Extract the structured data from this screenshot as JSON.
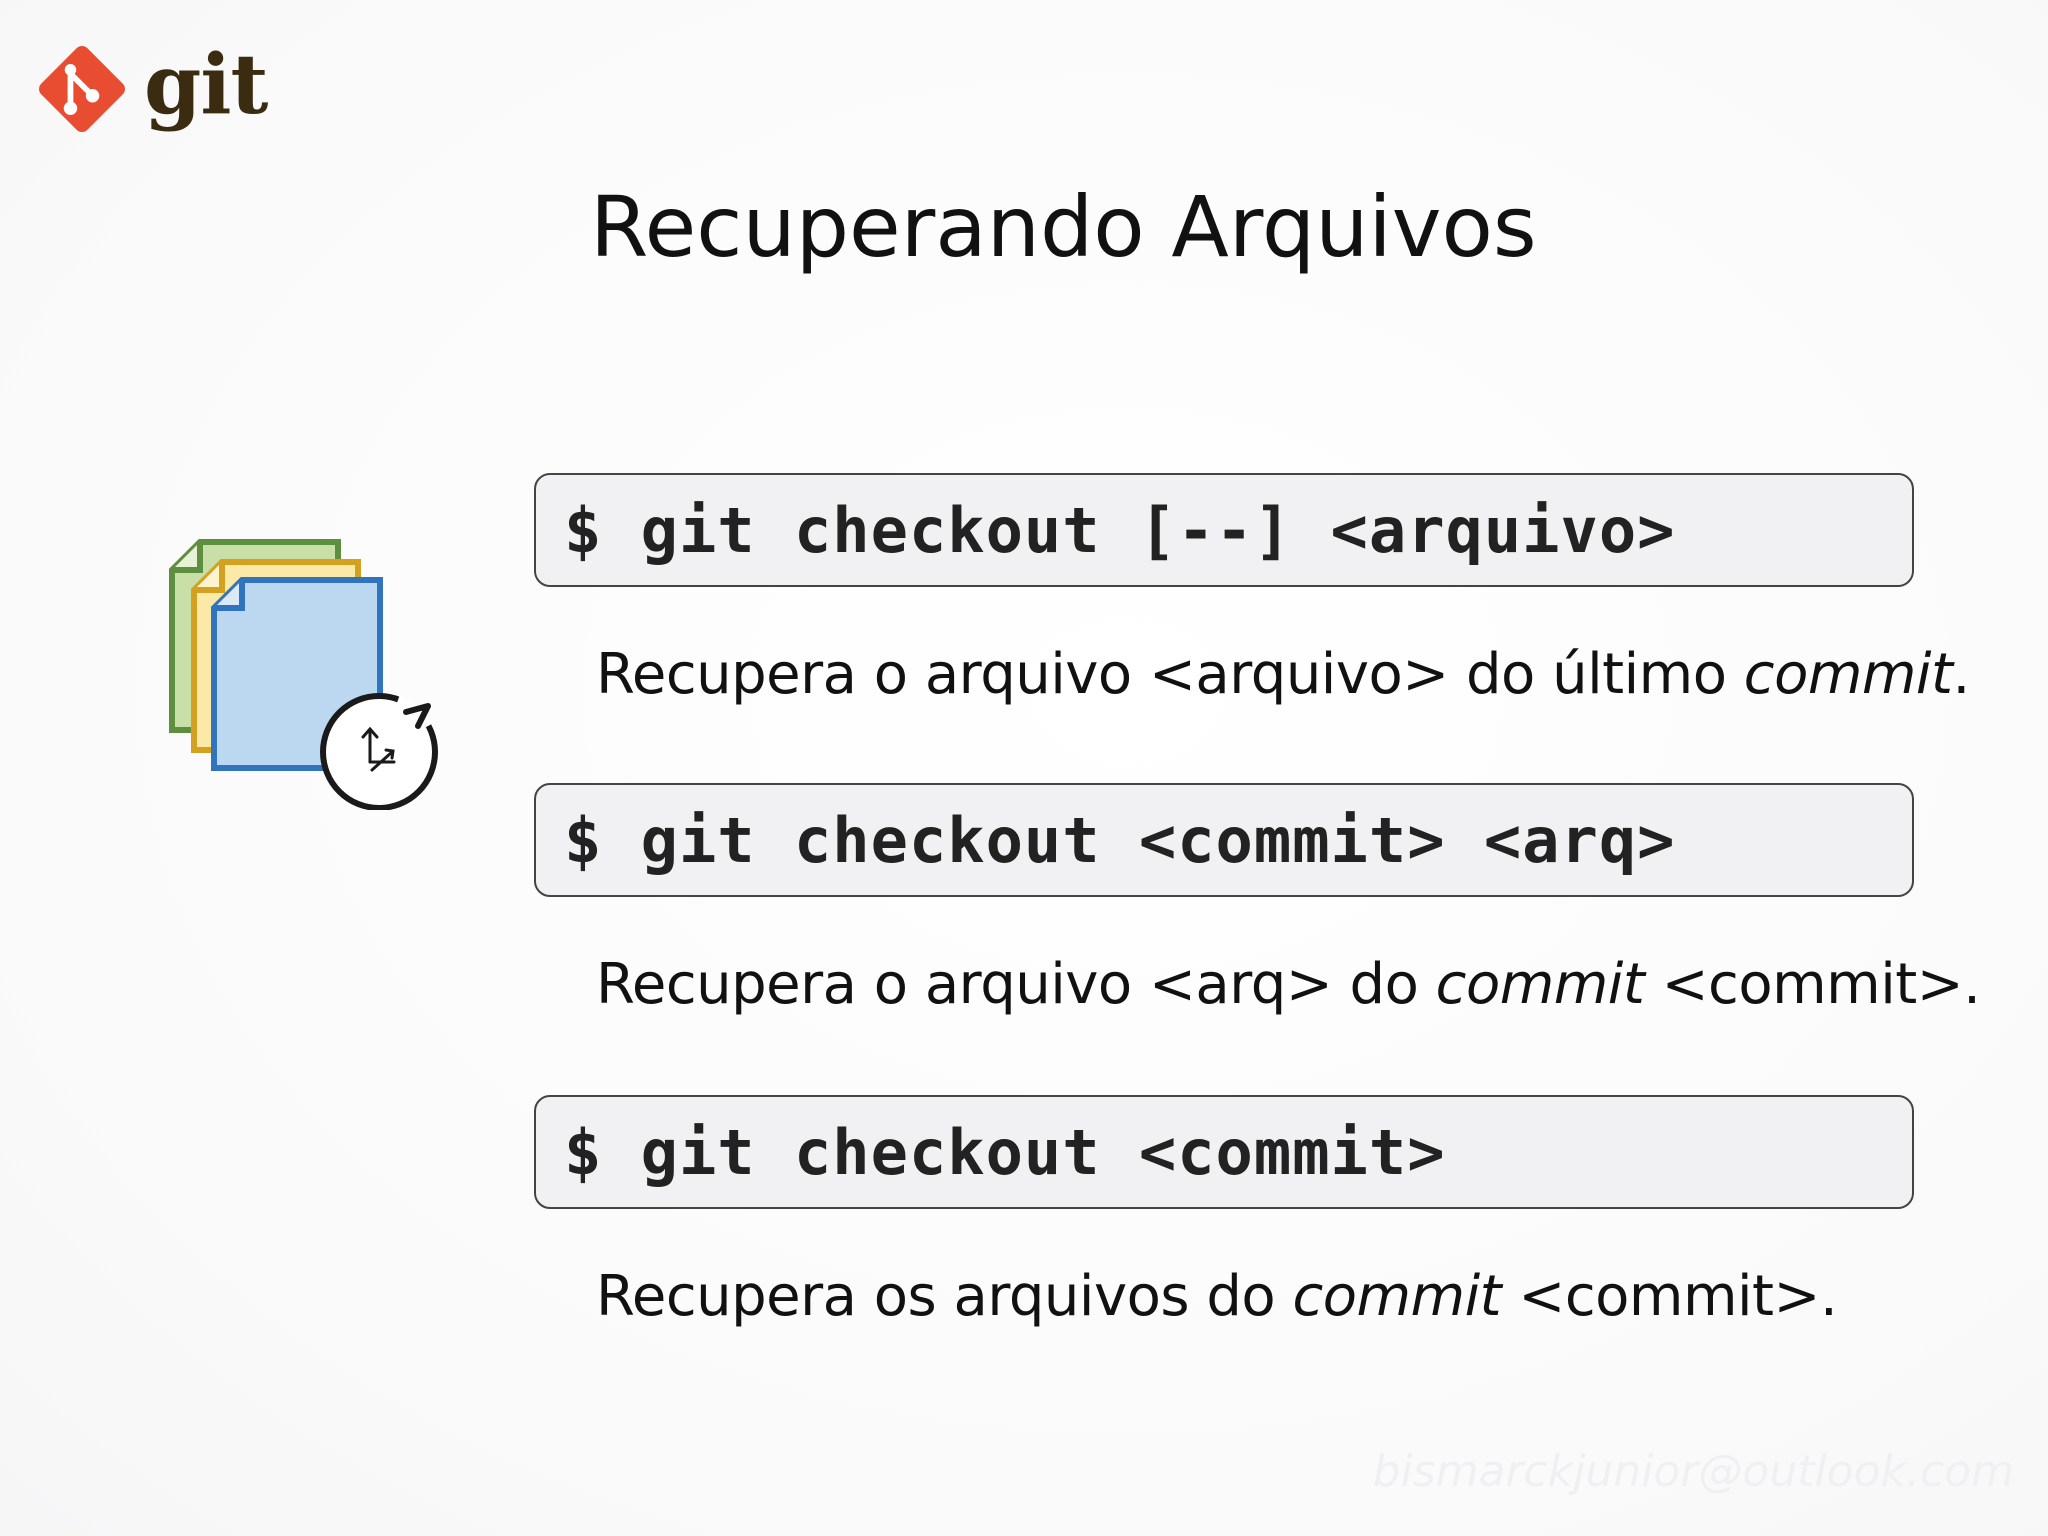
{
  "logo": {
    "text": "git",
    "icon": "git-logo-icon",
    "color": "#e84d31"
  },
  "title": "Recuperando Arquivos",
  "illustration": {
    "icon": "restore-files-icon",
    "colors": {
      "back": "#c8e0a8",
      "back_border": "#5e8f3e",
      "middle": "#fbe9a8",
      "middle_border": "#d4a020",
      "front": "#bcd7f0",
      "front_border": "#2f74bd"
    }
  },
  "commands": [
    {
      "command": "$ git checkout [--] <arquivo>",
      "description": {
        "before": "Recupera o arquivo <arquivo> do último ",
        "emphasis": "commit",
        "after": "."
      }
    },
    {
      "command": "$ git checkout <commit> <arq>",
      "description": {
        "before": "Recupera o arquivo <arq> do ",
        "emphasis": "commit",
        "after": " <commit>."
      }
    },
    {
      "command": "$ git checkout <commit>",
      "description": {
        "before": "Recupera os arquivos do ",
        "emphasis": "commit",
        "after": " <commit>."
      }
    }
  ],
  "watermark": "bismarckjunior@outlook.com"
}
